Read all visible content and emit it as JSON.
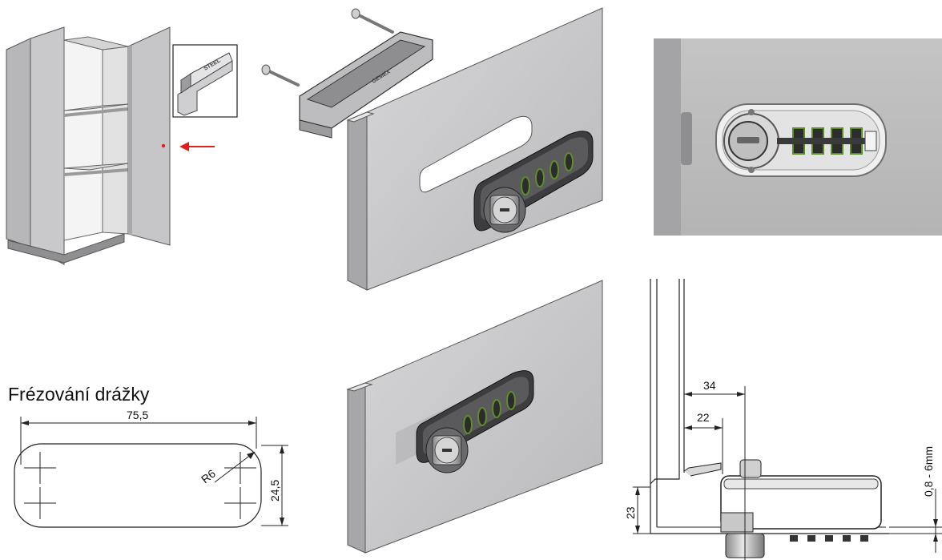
{
  "groove_milling": {
    "title": "Frézování drážky",
    "length_label": "75,5",
    "height_label": "24,5",
    "radius_label": "R6"
  },
  "side_section": {
    "dim_34": "34",
    "dim_22": "22",
    "dim_23": "23",
    "thickness_label": "0,8 - 6mm"
  },
  "brand_marks": {
    "profile_stamp": "STEEL",
    "housing_stamp": "GEMEX"
  },
  "colors": {
    "door_panel": "#c9c9cb",
    "indicator_arrow": "#e0201b",
    "dial_green": "#5d8c2a"
  }
}
